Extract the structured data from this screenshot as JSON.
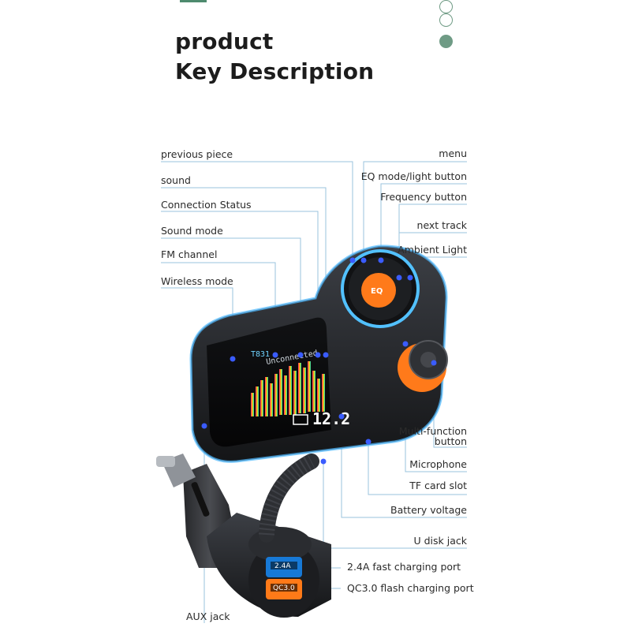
{
  "header": {
    "title_line1": "product",
    "title_line2": "Key Description"
  },
  "decor": {
    "accent_color": "#4e8a6e",
    "circles": [
      "outline",
      "outline",
      "filled"
    ]
  },
  "labels": {
    "previous_piece": "previous piece",
    "sound": "sound",
    "connection_status": "Connection Status",
    "sound_mode": "Sound mode",
    "fm_channel": "FM channel",
    "wireless_mode": "Wireless mode",
    "aux_jack": "AUX jack",
    "menu": "menu",
    "eq_mode": "EQ mode/light button",
    "frequency_button": "Frequency button",
    "next_track": "next track",
    "ambient_light": "Ambient Light",
    "multi_function_1": "Multi-function",
    "multi_function_2": "button",
    "microphone": "Microphone",
    "tf_card_slot": "TF card slot",
    "battery_voltage": "Battery voltage",
    "u_disk_jack": "U disk jack",
    "fast_charging_port": "2.4A fast charging port",
    "qc_charging_port": "QC3.0 flash charging port"
  },
  "device": {
    "screen_frequency": "T831",
    "screen_status": "Unconnected",
    "screen_voltage": "12.2",
    "eq_button": "EQ",
    "port_top": "2.4A",
    "port_bottom": "QC3.0"
  }
}
